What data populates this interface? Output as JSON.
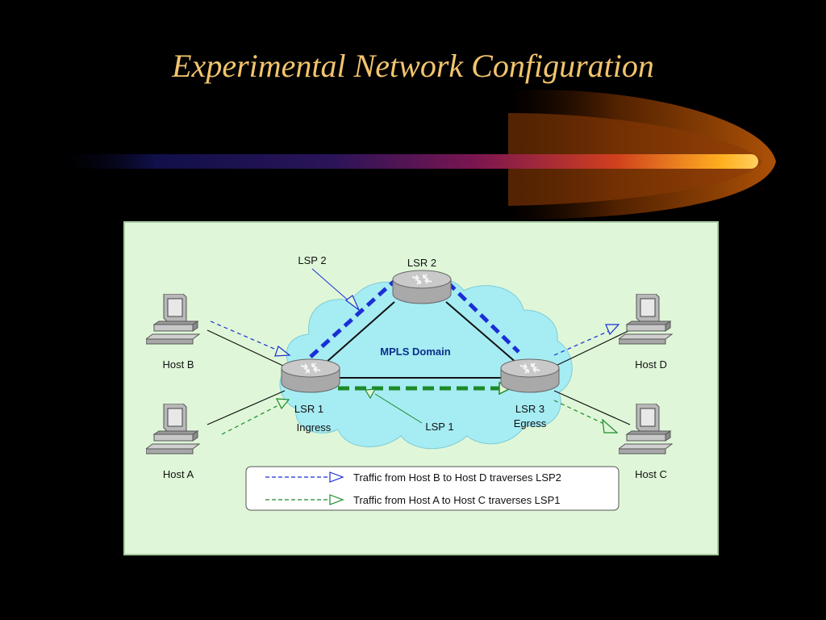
{
  "slide": {
    "title": "Experimental Network Configuration"
  },
  "diagram": {
    "domain_label": "MPLS Domain",
    "routers": {
      "lsr1": {
        "name": "LSR 1",
        "role": "Ingress"
      },
      "lsr2": {
        "name": "LSR 2"
      },
      "lsr3": {
        "name": "LSR 3",
        "role": "Egress"
      }
    },
    "hosts": {
      "a": "Host A",
      "b": "Host B",
      "c": "Host C",
      "d": "Host D"
    },
    "paths": {
      "lsp1": {
        "label": "LSP 1",
        "color": "#1e8a2a"
      },
      "lsp2": {
        "label": "LSP 2",
        "color": "#1a2fd6"
      }
    },
    "legend": [
      {
        "text": "Traffic from Host B to Host D traverses LSP2",
        "color": "#1a2fd6"
      },
      {
        "text": "Traffic from Host A to Host C traverses LSP1",
        "color": "#1e8a2a"
      }
    ]
  },
  "colors": {
    "background": "#000000",
    "title": "#f2c46d",
    "panel": "#dff7d8",
    "cloud": "#a6ecf3"
  }
}
